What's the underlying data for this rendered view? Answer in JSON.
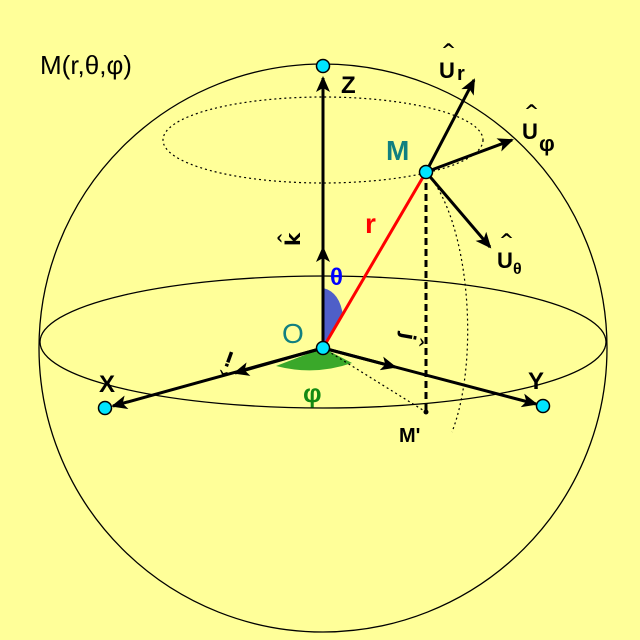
{
  "title": "M(r,θ,φ)",
  "points": {
    "origin": "O",
    "point": "M",
    "projection": "M'",
    "x_axis": "X",
    "y_axis": "Y",
    "z_axis": "Z"
  },
  "angles": {
    "theta": "θ",
    "phi": "φ"
  },
  "radius": "r",
  "unit_vectors": {
    "ur": {
      "base": "U",
      "sub": "r"
    },
    "uphi": {
      "base": "U",
      "sub": "φ"
    },
    "utheta": {
      "base": "U",
      "sub": "θ"
    }
  },
  "basis": {
    "i": "i",
    "j": "j",
    "k": "k",
    "hat": "^"
  },
  "colors": {
    "background": "#ffff99",
    "radius_line": "#ff0000",
    "point_marker": "#00e5ff",
    "theta_sector": "#4f5fc8",
    "theta_label": "#0000ff",
    "phi_sector": "#3aa82a",
    "phi_label": "#138a13",
    "origin_label": "#118080",
    "m_label": "#118080"
  }
}
